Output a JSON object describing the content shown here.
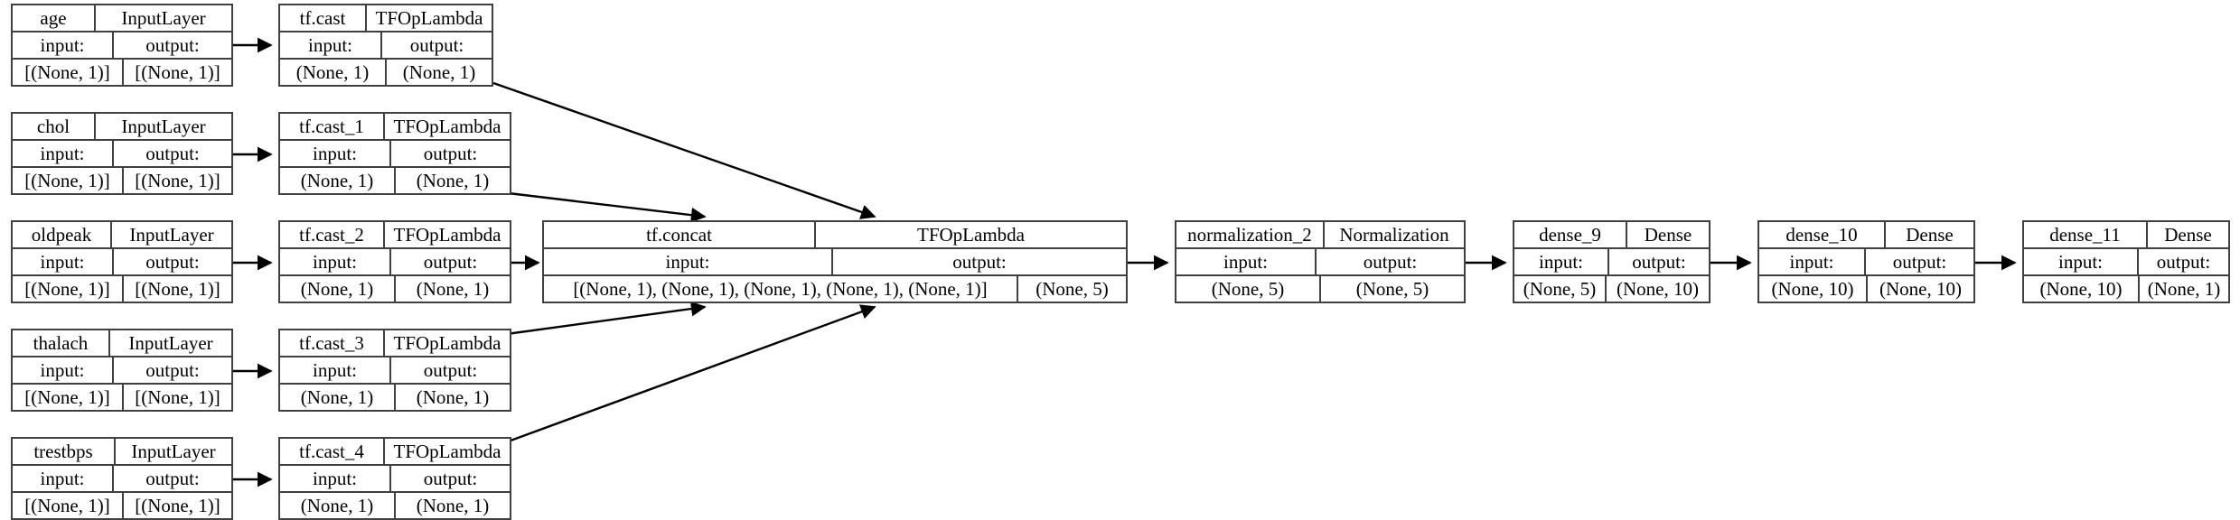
{
  "diagram": {
    "title": "Keras model plot",
    "type": "neural-network-graph",
    "background_color": "#ffffff",
    "border_color": "#404040",
    "text_color": "#000000",
    "row_labels": {
      "input": "input:",
      "output": "output:"
    }
  },
  "nodes": [
    {
      "id": "age",
      "name": "age",
      "class": "InputLayer",
      "input_label": "input:",
      "output_label": "output:",
      "input_shape": "[(None, 1)]",
      "output_shape": "[(None, 1)]"
    },
    {
      "id": "tf_cast",
      "name": "tf.cast",
      "class": "TFOpLambda",
      "input_label": "input:",
      "output_label": "output:",
      "input_shape": "(None, 1)",
      "output_shape": "(None, 1)"
    },
    {
      "id": "chol",
      "name": "chol",
      "class": "InputLayer",
      "input_label": "input:",
      "output_label": "output:",
      "input_shape": "[(None, 1)]",
      "output_shape": "[(None, 1)]"
    },
    {
      "id": "tf_cast_1",
      "name": "tf.cast_1",
      "class": "TFOpLambda",
      "input_label": "input:",
      "output_label": "output:",
      "input_shape": "(None, 1)",
      "output_shape": "(None, 1)"
    },
    {
      "id": "oldpeak",
      "name": "oldpeak",
      "class": "InputLayer",
      "input_label": "input:",
      "output_label": "output:",
      "input_shape": "[(None, 1)]",
      "output_shape": "[(None, 1)]"
    },
    {
      "id": "tf_cast_2",
      "name": "tf.cast_2",
      "class": "TFOpLambda",
      "input_label": "input:",
      "output_label": "output:",
      "input_shape": "(None, 1)",
      "output_shape": "(None, 1)"
    },
    {
      "id": "thalach",
      "name": "thalach",
      "class": "InputLayer",
      "input_label": "input:",
      "output_label": "output:",
      "input_shape": "[(None, 1)]",
      "output_shape": "[(None, 1)]"
    },
    {
      "id": "tf_cast_3",
      "name": "tf.cast_3",
      "class": "TFOpLambda",
      "input_label": "input:",
      "output_label": "output:",
      "input_shape": "(None, 1)",
      "output_shape": "(None, 1)"
    },
    {
      "id": "trestbps",
      "name": "trestbps",
      "class": "InputLayer",
      "input_label": "input:",
      "output_label": "output:",
      "input_shape": "[(None, 1)]",
      "output_shape": "[(None, 1)]"
    },
    {
      "id": "tf_cast_4",
      "name": "tf.cast_4",
      "class": "TFOpLambda",
      "input_label": "input:",
      "output_label": "output:",
      "input_shape": "(None, 1)",
      "output_shape": "(None, 1)"
    },
    {
      "id": "tf_concat",
      "name": "tf.concat",
      "class": "TFOpLambda",
      "input_label": "input:",
      "output_label": "output:",
      "input_shape": "[(None, 1), (None, 1), (None, 1), (None, 1), (None, 1)]",
      "output_shape": "(None, 5)"
    },
    {
      "id": "normalization_2",
      "name": "normalization_2",
      "class": "Normalization",
      "input_label": "input:",
      "output_label": "output:",
      "input_shape": "(None, 5)",
      "output_shape": "(None, 5)"
    },
    {
      "id": "dense_9",
      "name": "dense_9",
      "class": "Dense",
      "input_label": "input:",
      "output_label": "output:",
      "input_shape": "(None, 5)",
      "output_shape": "(None, 10)"
    },
    {
      "id": "dense_10",
      "name": "dense_10",
      "class": "Dense",
      "input_label": "input:",
      "output_label": "output:",
      "input_shape": "(None, 10)",
      "output_shape": "(None, 10)"
    },
    {
      "id": "dense_11",
      "name": "dense_11",
      "class": "Dense",
      "input_label": "input:",
      "output_label": "output:",
      "input_shape": "(None, 10)",
      "output_shape": "(None, 1)"
    }
  ],
  "edges": [
    {
      "from": "age",
      "to": "tf_cast"
    },
    {
      "from": "chol",
      "to": "tf_cast_1"
    },
    {
      "from": "oldpeak",
      "to": "tf_cast_2"
    },
    {
      "from": "thalach",
      "to": "tf_cast_3"
    },
    {
      "from": "trestbps",
      "to": "tf_cast_4"
    },
    {
      "from": "tf_cast",
      "to": "tf_concat"
    },
    {
      "from": "tf_cast_1",
      "to": "tf_concat"
    },
    {
      "from": "tf_cast_2",
      "to": "tf_concat"
    },
    {
      "from": "tf_cast_3",
      "to": "tf_concat"
    },
    {
      "from": "tf_cast_4",
      "to": "tf_concat"
    },
    {
      "from": "tf_concat",
      "to": "normalization_2"
    },
    {
      "from": "normalization_2",
      "to": "dense_9"
    },
    {
      "from": "dense_9",
      "to": "dense_10"
    },
    {
      "from": "dense_10",
      "to": "dense_11"
    }
  ]
}
